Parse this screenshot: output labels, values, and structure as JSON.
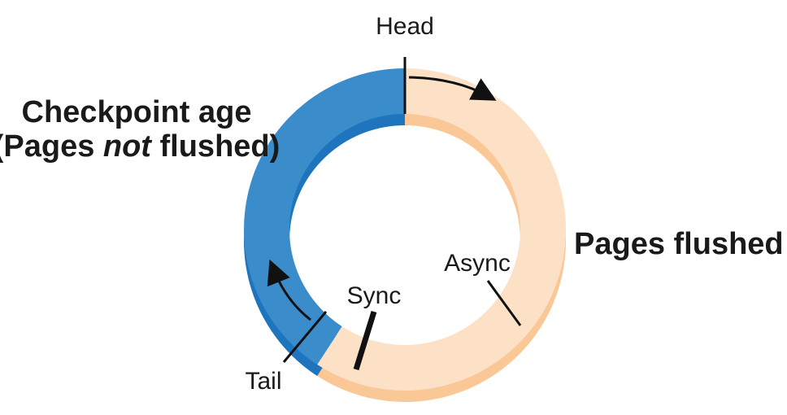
{
  "labels": {
    "head": "Head",
    "checkpoint_line1": "Checkpoint age",
    "checkpoint_line2_pre": "(Pages ",
    "checkpoint_line2_em": "not",
    "checkpoint_line2_post": " flushed)",
    "pages_flushed": "Pages flushed",
    "async": "Async",
    "sync": "Sync",
    "tail": "Tail"
  },
  "colors": {
    "checkpoint_segment": "#3a8cca",
    "checkpoint_segment_inner": "#1e74bd",
    "flushed_segment": "#fde1c6",
    "flushed_segment_inner": "#f9c896",
    "marker": "#111111"
  }
}
